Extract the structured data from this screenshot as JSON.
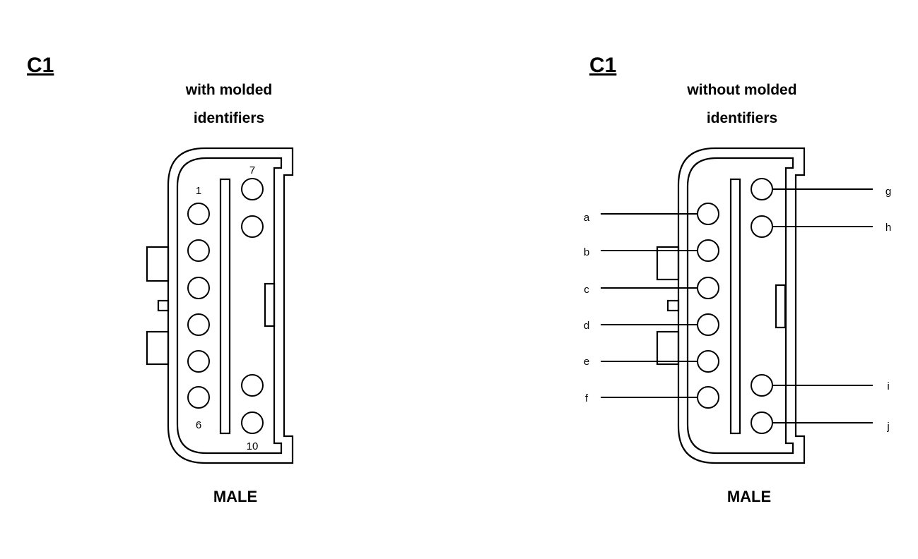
{
  "connectors": [
    {
      "title": "C1",
      "subtitle_line1": "with molded",
      "subtitle_line2": "identifiers",
      "gender": "MALE",
      "pin_labels": [
        "1",
        "6",
        "7",
        "10"
      ]
    },
    {
      "title": "C1",
      "subtitle_line1": "without molded",
      "subtitle_line2": "identifiers",
      "gender": "MALE",
      "pin_labels": [
        "a",
        "b",
        "c",
        "d",
        "e",
        "f",
        "g",
        "h",
        "i",
        "j"
      ]
    }
  ]
}
